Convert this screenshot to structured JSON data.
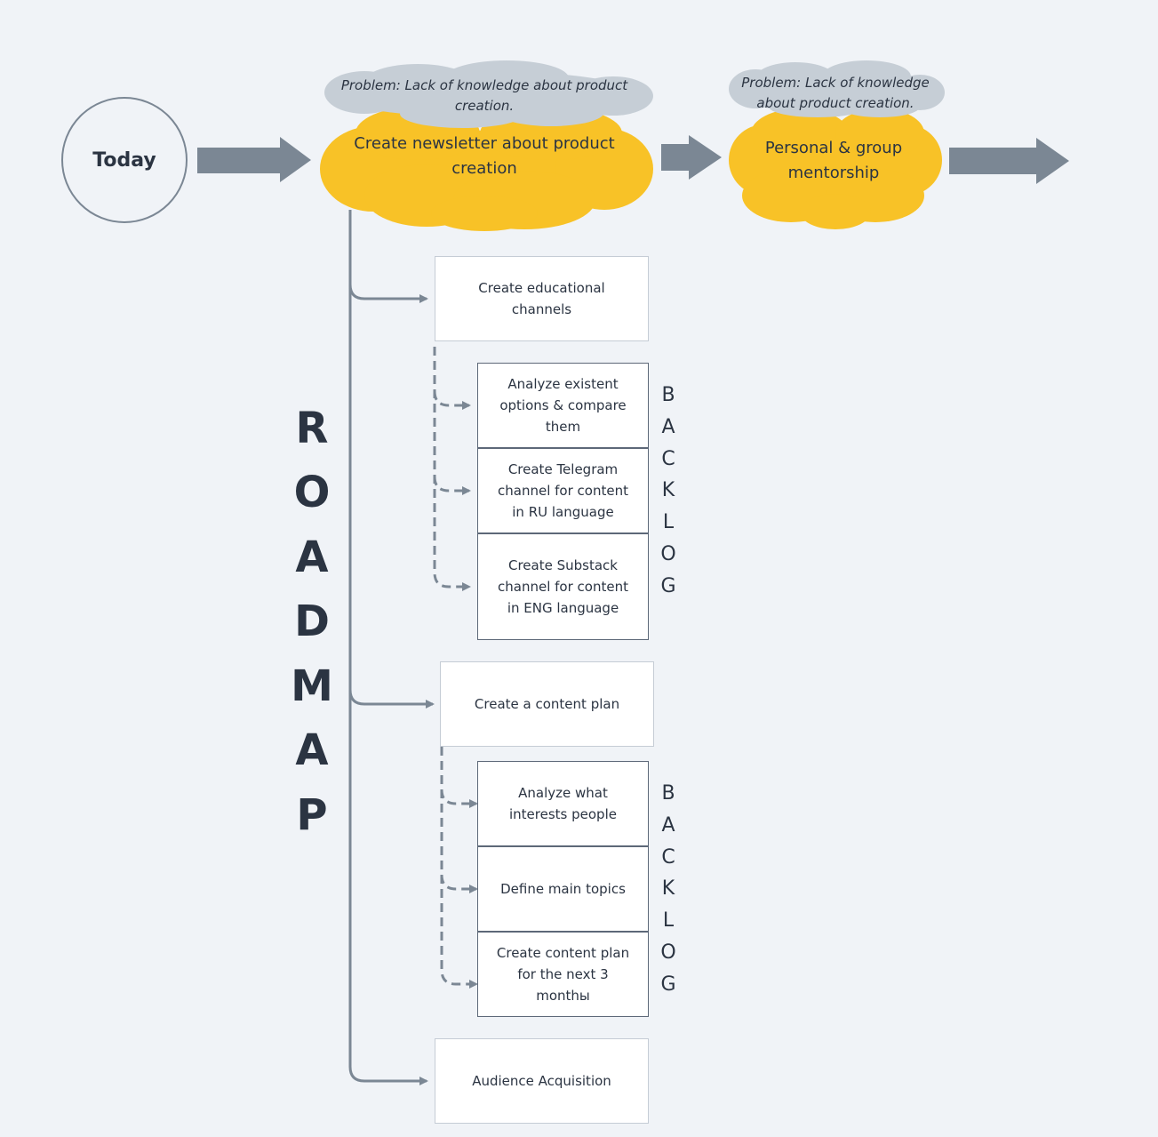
{
  "start": {
    "label": "Today"
  },
  "goals": [
    {
      "problem": "Problem: Lack of knowledge about product creation.",
      "title": "Create newsletter about product creation"
    },
    {
      "problem": "Problem: Lack of knowledge about product creation.",
      "title": "Personal & group mentorship"
    }
  ],
  "roadmap_title": [
    "R",
    "O",
    "A",
    "D",
    "M",
    "A",
    "P"
  ],
  "backlog_title": [
    "B",
    "A",
    "C",
    "K",
    "L",
    "O",
    "G"
  ],
  "tasks": [
    {
      "title": "Create educational channels",
      "backlog": [
        "Analyze existent options & compare them",
        "Create Telegram channel for content in RU language",
        "Create Substack channel for content in ENG language"
      ]
    },
    {
      "title": "Create a content plan",
      "backlog": [
        "Analyze what interests people",
        "Define main topics",
        "Create content plan for the next 3 monthы"
      ]
    },
    {
      "title": "Audience Acquisition",
      "backlog": []
    }
  ],
  "colors": {
    "cloud_goal": "#f8c227",
    "cloud_problem": "#c6ced6",
    "arrow": "#7b8794",
    "line": "#7b8794"
  }
}
